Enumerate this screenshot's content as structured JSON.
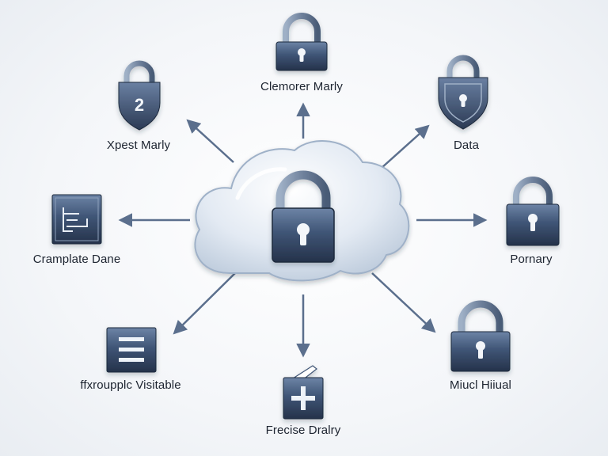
{
  "diagram": {
    "center": {
      "icon": "padlock-icon",
      "shape": "cloud-icon"
    },
    "nodes": [
      {
        "id": "top",
        "label": "Clemorer Marly",
        "icon": "padlock-icon"
      },
      {
        "id": "top-left",
        "label": "Xpest Marly",
        "icon": "shield-lock-icon",
        "badge": "2"
      },
      {
        "id": "top-right",
        "label": "Data",
        "icon": "shield-lock-icon"
      },
      {
        "id": "left",
        "label": "Cramplate Dane",
        "icon": "document-icon"
      },
      {
        "id": "right",
        "label": "Pornary",
        "icon": "padlock-icon"
      },
      {
        "id": "bottom-left",
        "label": "ffxroupplc Visitable",
        "icon": "menu-list-icon"
      },
      {
        "id": "bottom",
        "label": "Frecise Dralry",
        "icon": "plus-document-icon"
      },
      {
        "id": "bottom-right",
        "label": "Miucl Hiiual",
        "icon": "padlock-icon"
      }
    ]
  },
  "colors": {
    "lock_body": "#3f5576",
    "lock_dark": "#26344b",
    "shackle": "#7d8fa8",
    "arrow": "#5b6f8d",
    "cloud": "#dbe4ef"
  }
}
